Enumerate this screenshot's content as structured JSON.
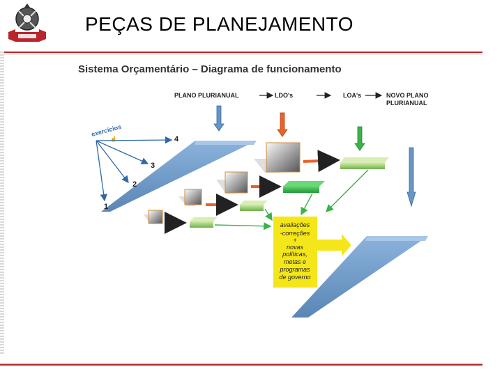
{
  "header": {
    "title": "PEÇAS DE PLANEJAMENTO"
  },
  "diagram": {
    "title": "Sistema Orçamentário – Diagrama de funcionamento",
    "stages": [
      "PLANO PLURIANUAL",
      "LDO's",
      "LOA's",
      "NOVO PLANO",
      "PLURIANUAL"
    ],
    "exercicios_label": "exercícios",
    "numbers": [
      "4",
      "3",
      "2",
      "1"
    ],
    "box_lines": [
      "avaliações",
      "-correções",
      "+",
      "novas",
      "políticas,",
      "metas e",
      "programas",
      "de governo"
    ]
  },
  "colors": {
    "blue_ramp": "#6a95c3",
    "orange": "#e8632b",
    "green": "#3bb34a",
    "yellow": "#f5e61a",
    "accent_red": "#b8262b"
  }
}
